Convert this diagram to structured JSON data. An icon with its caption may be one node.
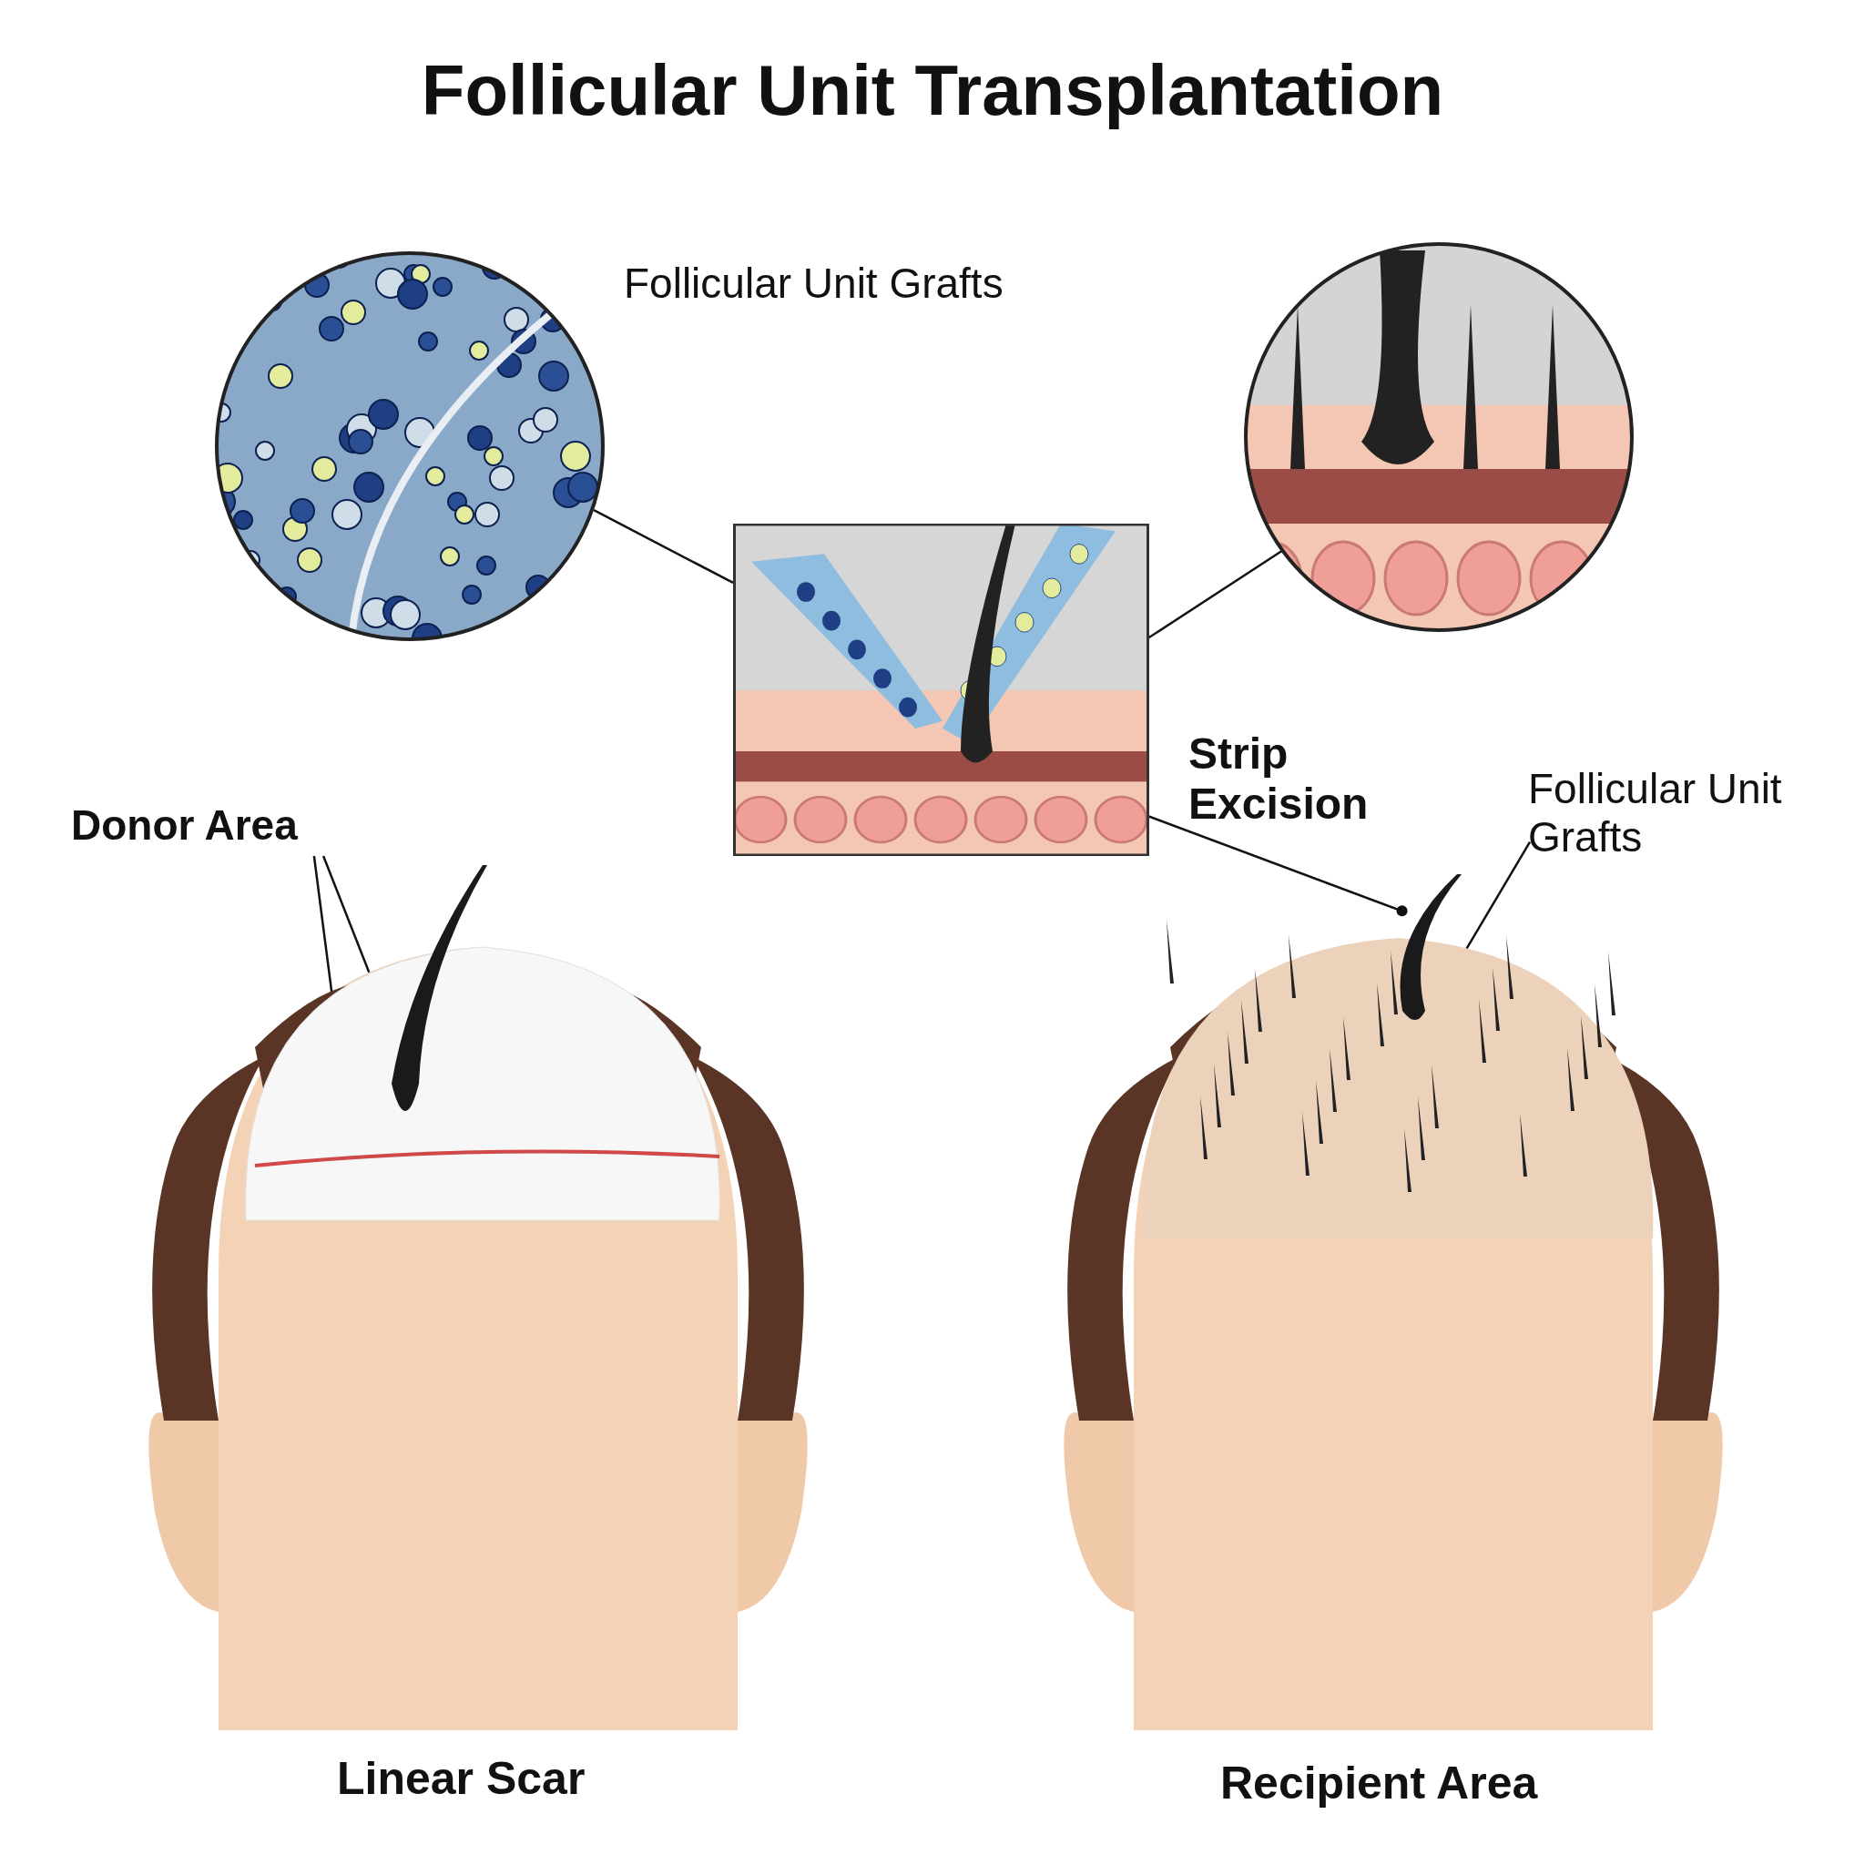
{
  "diagram": {
    "title": "Follicular Unit Transplantation",
    "nodes": [
      {
        "text": [],
        "shape": "picture",
        "beside": [
          "Follicular Unit Grafts"
        ]
      },
      {
        "text": [],
        "shape": "picture"
      },
      {
        "text": [],
        "shape": "picture"
      },
      {
        "text": [
          "Donor Area"
        ]
      },
      {
        "text": [],
        "shape": "picture"
      },
      {
        "text": [
          "Follicular Unit Grafts"
        ]
      },
      {
        "text": [],
        "shape": "picture"
      }
    ],
    "edges": [
      {
        "from": 0,
        "to": 2,
        "arrow": "none"
      },
      {
        "from": 1,
        "to": 2,
        "arrow": "other"
      },
      {
        "from": 2,
        "to": 6,
        "arrow": "other"
      },
      {
        "from": 3,
        "to": 4,
        "arrow": "none"
      },
      {
        "from": 3,
        "to": 4,
        "arrow": "none"
      },
      {
        "from": 5,
        "to": 6,
        "arrow": "none"
      }
    ],
    "labels": [
      "Strip Excision",
      "Linear Scar",
      "Recipient Area"
    ]
  }
}
